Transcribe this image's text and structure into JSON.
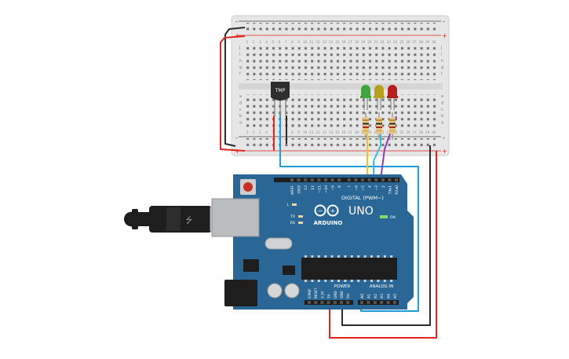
{
  "breadboard": {
    "rail_plus": "+",
    "rail_minus": "-",
    "row_letters_top": [
      "j",
      "i",
      "h",
      "g",
      "f"
    ],
    "row_letters_bottom": [
      "e",
      "d",
      "c",
      "b",
      "a"
    ],
    "column_numbers": [
      "1",
      "2",
      "3",
      "4",
      "5",
      "6",
      "7",
      "8",
      "9",
      "10",
      "11",
      "12",
      "13",
      "14",
      "15",
      "16",
      "17",
      "18",
      "19",
      "20",
      "21",
      "22",
      "23",
      "24",
      "25",
      "26",
      "27",
      "28",
      "29",
      "30"
    ]
  },
  "components": {
    "sensor_label": "TMP",
    "led_colors": [
      "#3fa43a",
      "#b6a11c",
      "#b5211f"
    ],
    "resistor_band_colors": [
      "#c4882e",
      "#2b2b2b",
      "#b3261e",
      "#d9b24a"
    ]
  },
  "arduino": {
    "brand": "ARDUINO",
    "model": "UNO",
    "digital_label": "DIGITAL (PWM~)",
    "power_label": "POWER",
    "analog_label": "ANALOG IN",
    "on_label": "ON",
    "tx_label": "TX",
    "rx_label": "RX",
    "l_label": "L",
    "digital_pins": [
      "AREF",
      "GND",
      "13",
      "12",
      "~11",
      "~10",
      "~9",
      "8",
      "7",
      "~6",
      "~5",
      "4",
      "~3",
      "2",
      "TX▸1",
      "RX◂0"
    ],
    "power_pins": [
      "IOREF",
      "RESET",
      "3.3V",
      "5V",
      "GND",
      "GND",
      "Vin"
    ],
    "analog_pins": [
      "A0",
      "A1",
      "A2",
      "A3",
      "A4",
      "A5"
    ],
    "board_color": "#2a6796"
  },
  "wire_colors": {
    "red": "#e0261f",
    "black": "#2b2b2b",
    "blue": "#1f9bd6",
    "yellow": "#f2c418",
    "cyan": "#35c2d6",
    "purple": "#8a3fb3"
  }
}
